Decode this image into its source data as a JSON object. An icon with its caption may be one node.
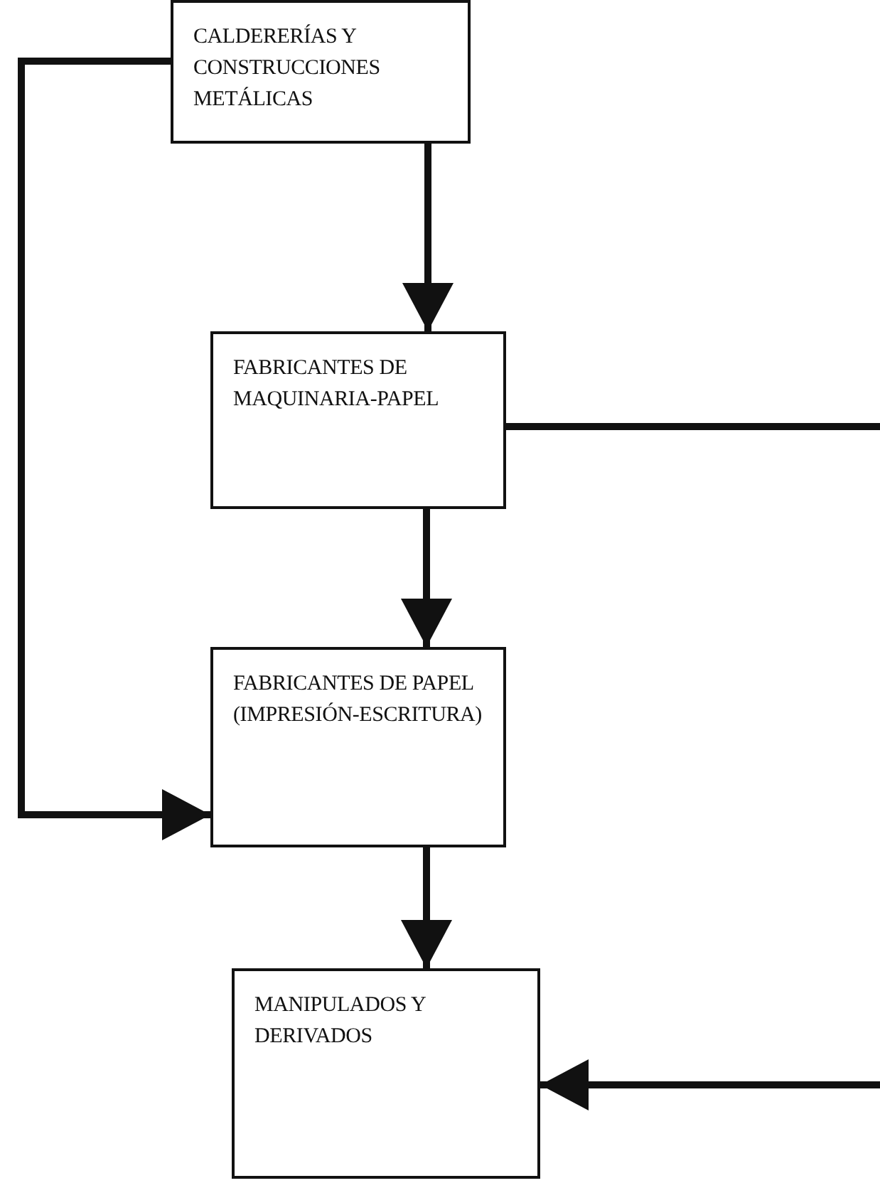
{
  "diagram": {
    "nodes": [
      {
        "text": [
          "CALDERERÍAS Y CONSTRUCCIONES METÁLICAS"
        ]
      },
      {
        "text": [
          "FABRICANTES DE MAQUINARIA-PAPEL"
        ]
      },
      {
        "text": [
          "FABRICANTES DE PAPEL (IMPRESIÓN-ESCRITURA)"
        ]
      },
      {
        "text": [
          "MANIPULADOS Y DERIVADOS"
        ]
      }
    ],
    "edges": [
      {
        "from": 0,
        "to": 1,
        "arrow": "to"
      },
      {
        "from": 1,
        "to": 2,
        "arrow": "to"
      },
      {
        "from": 2,
        "to": 3,
        "arrow": "to"
      },
      {
        "from": 0,
        "to": 2,
        "arrow": "to"
      },
      {
        "from": 1,
        "to": null,
        "arrow": "none"
      },
      {
        "from": null,
        "to": 3,
        "arrow": "to"
      }
    ]
  }
}
